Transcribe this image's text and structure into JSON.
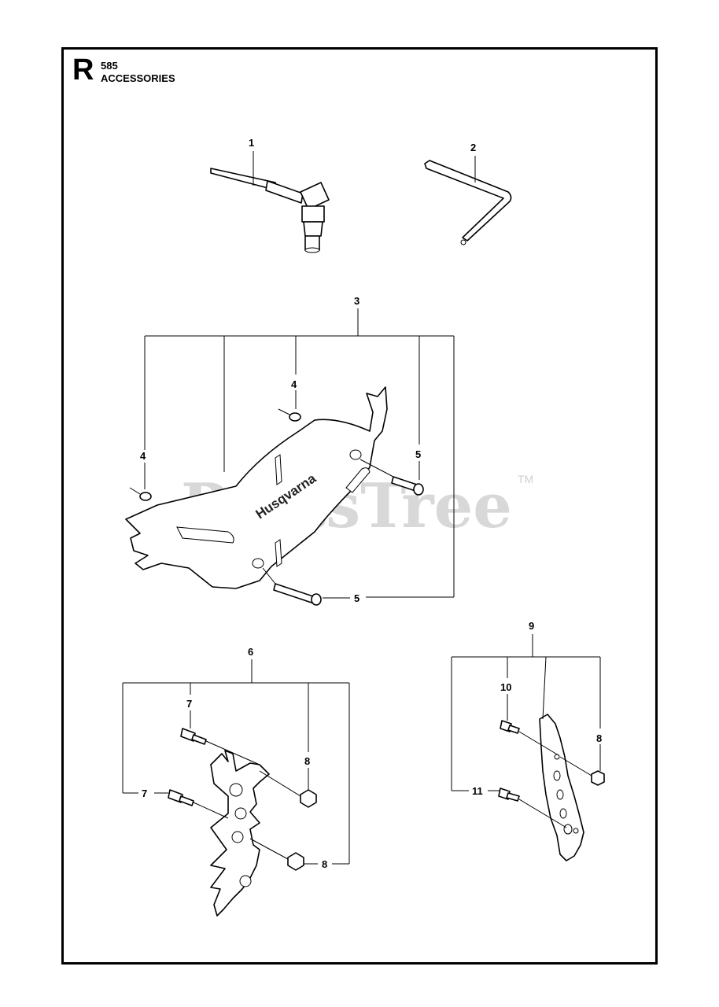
{
  "header": {
    "section_letter": "R",
    "model": "585",
    "title": "ACCESSORIES"
  },
  "watermark": {
    "text": "PartsTree",
    "trademark": "TM"
  },
  "brand_on_guard": "Husqvarna",
  "callouts": {
    "c1": "1",
    "c2": "2",
    "c3": "3",
    "c4a": "4",
    "c4b": "4",
    "c5a": "5",
    "c5b": "5",
    "c6": "6",
    "c7a": "7",
    "c7b": "7",
    "c8a": "8",
    "c8b": "8",
    "c9": "9",
    "c10": "10",
    "c8c": "8",
    "c11": "11"
  },
  "parts": [
    {
      "ref": "1",
      "name": "combination-wrench"
    },
    {
      "ref": "2",
      "name": "torx-key"
    },
    {
      "ref": "3",
      "name": "bar-guard"
    },
    {
      "ref": "4",
      "name": "o-ring"
    },
    {
      "ref": "5",
      "name": "screw"
    },
    {
      "ref": "6",
      "name": "bumper-spike-kit"
    },
    {
      "ref": "7",
      "name": "screw"
    },
    {
      "ref": "8",
      "name": "nut"
    },
    {
      "ref": "9",
      "name": "bumper-spike-kit"
    },
    {
      "ref": "10",
      "name": "screw"
    },
    {
      "ref": "11",
      "name": "screw"
    }
  ]
}
